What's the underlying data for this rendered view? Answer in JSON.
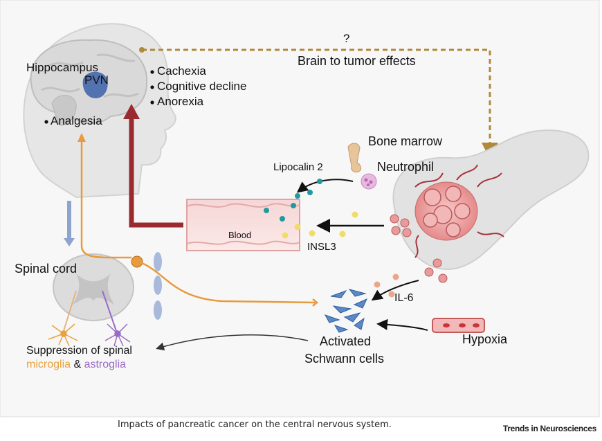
{
  "diagram": {
    "question_mark": "?",
    "brain_to_tumor": "Brain to tumor effects",
    "hippocampus": "Hippocampus",
    "pvn": "PVN",
    "effects": [
      "Cachexia",
      "Cognitive decline",
      "Anorexia"
    ],
    "analgesia": "Analgesia",
    "bone_marrow": "Bone marrow",
    "neutrophil": "Neutrophil",
    "lipocalin": "Lipocalin 2",
    "blood": "Blood",
    "insl3": "INSL3",
    "spinal_cord": "Spinal cord",
    "il6": "IL-6",
    "hypoxia": "Hypoxia",
    "activated": "Activated",
    "schwann": "Schwann cells",
    "suppression": "Suppression of spinal",
    "microglia": "microglia",
    "amp": " & ",
    "astroglia": "astroglia"
  },
  "colors": {
    "tan_path": "#b08a3a",
    "red_arrow": "#9b2a2e",
    "orange_nerve": "#e89a3c",
    "microglia": "#e8a13c",
    "astroglia": "#9a6bc4",
    "teal_dot": "#1f9aa0",
    "yellow_dot": "#f1dc6a",
    "pvn_blue": "#3a5fa8"
  },
  "caption": "Impacts of pancreatic cancer on the central nervous system.",
  "journal": "Trends in Neurosciences"
}
